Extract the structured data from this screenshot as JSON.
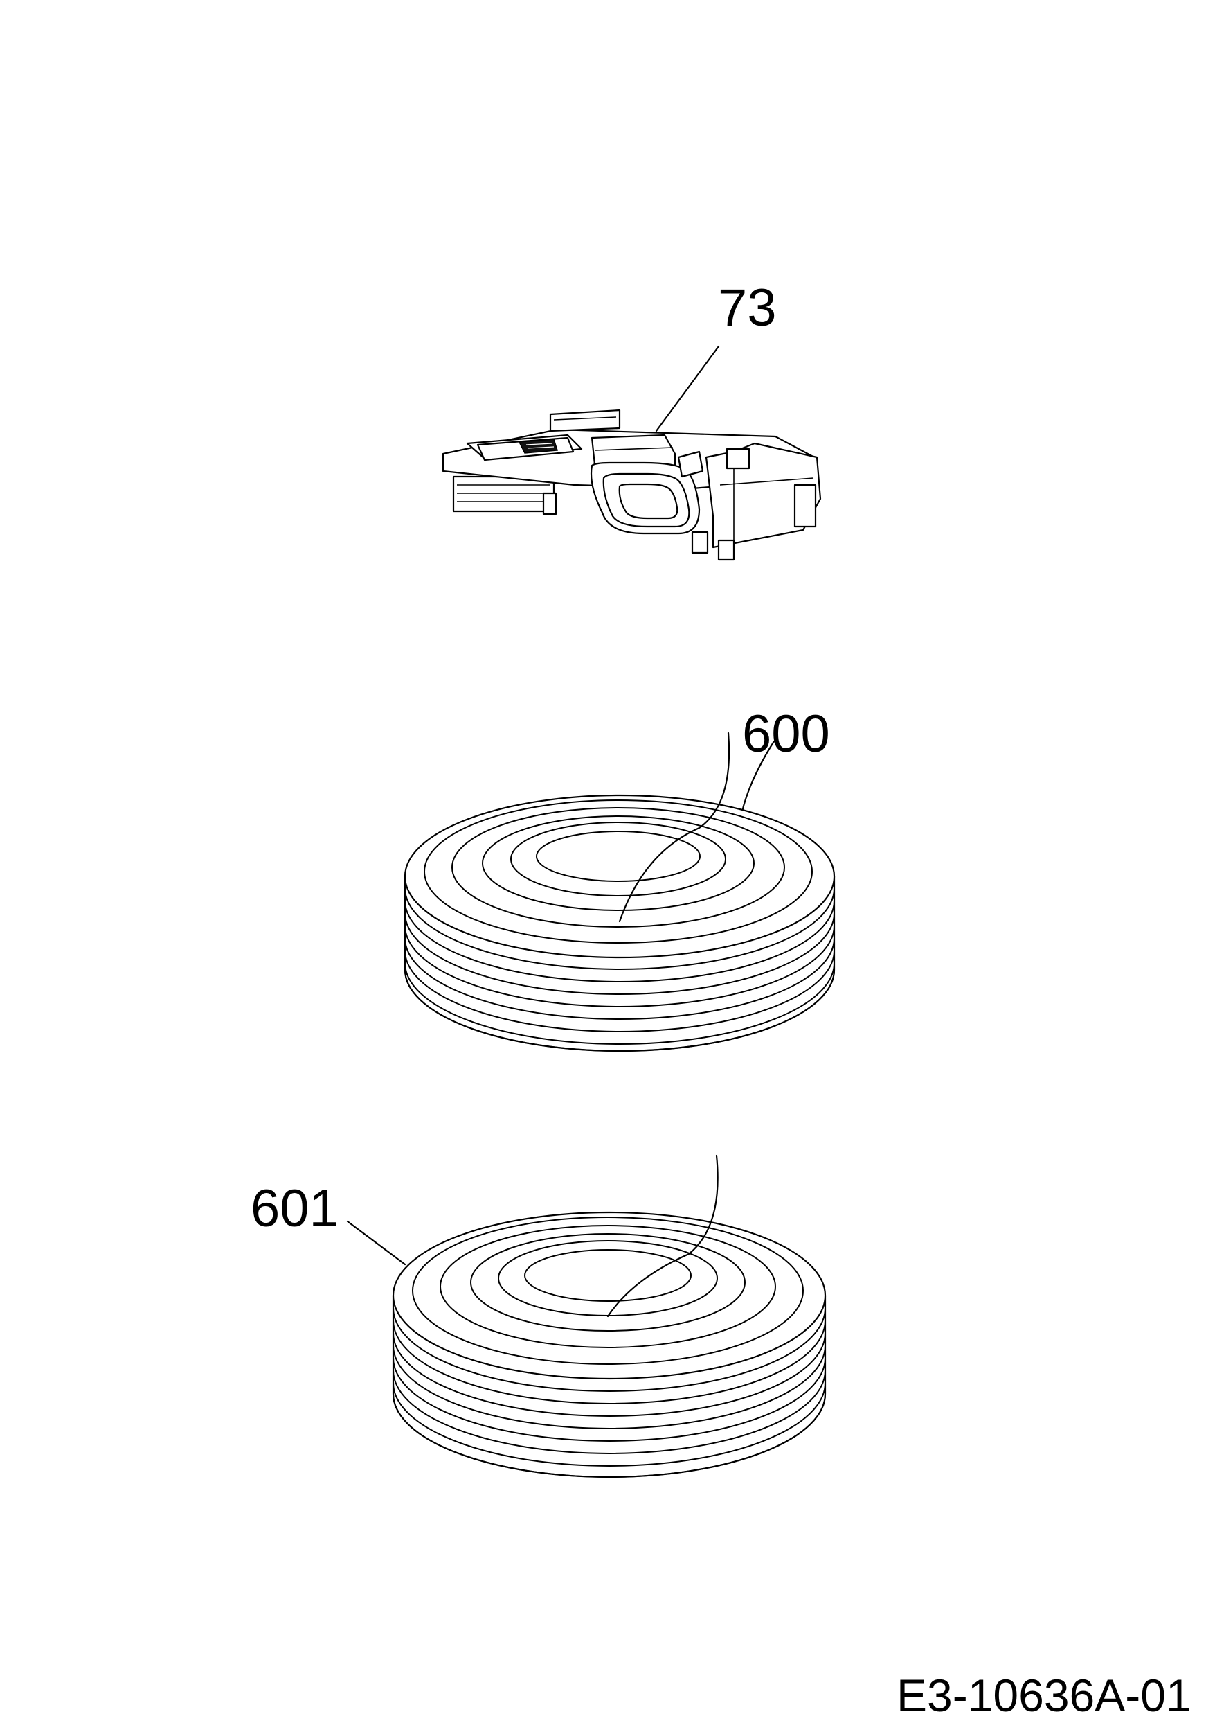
{
  "callouts": {
    "part_73": "73",
    "part_600": "600",
    "part_601": "601"
  },
  "document_id": "E3-10636A-01"
}
